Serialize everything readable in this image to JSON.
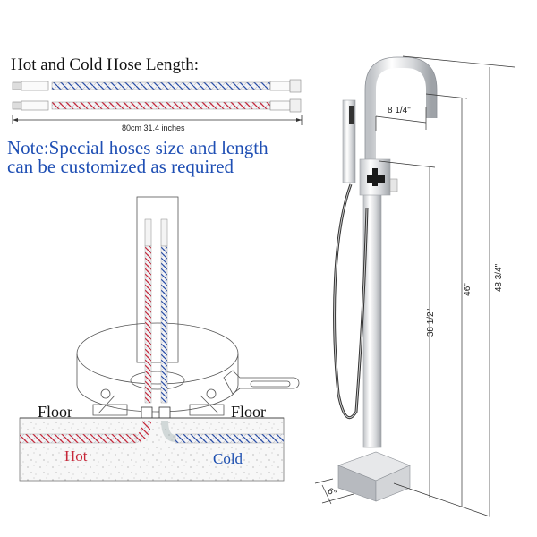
{
  "hose_panel": {
    "title": "Hot and Cold Hose Length:",
    "length_label": "80cm  31.4 inches",
    "note_line1": "Note:Special hoses size and length",
    "note_line2": "can be customized as required",
    "hoses": [
      {
        "name": "cold-hose",
        "color": "#1d4fb0"
      },
      {
        "name": "hot-hose",
        "color": "#c7283a"
      }
    ]
  },
  "install_diagram": {
    "floor_left": "Floor",
    "floor_right": "Floor",
    "hot_label": "Hot",
    "cold_label": "Cold",
    "hot_color": "#c7283a",
    "cold_color": "#1d4fb0"
  },
  "faucet_dimensions": {
    "spout_reach": "8 1/4\"",
    "handle_height": "38 1/2\"",
    "spout_height": "46\"",
    "total_height": "48 3/4\"",
    "base_width": "6\""
  }
}
